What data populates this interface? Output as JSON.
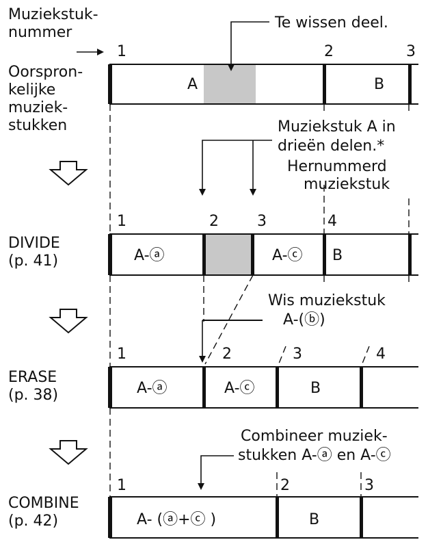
{
  "labels": {
    "track_number_line1": "Muziekstuk-",
    "track_number_line2": "nummer",
    "original_line1": "Oorspron-",
    "original_line2": "kelijke",
    "original_line3": "muziek-",
    "original_line4": "stukken",
    "divide_line1": "DIVIDE",
    "divide_line2": "(p. 41)",
    "erase_line1": "ERASE",
    "erase_line2": "(p. 38)",
    "combine_line1": "COMBINE",
    "combine_line2": "(p. 42)"
  },
  "annotations": {
    "erase_part": "Te wissen deel.",
    "divide_line1": "Muziekstuk A in",
    "divide_line2": "drieën delen.*",
    "divide_line3": "Hernummerd",
    "divide_line4": "muziekstuk",
    "erase_line1": "Wis muziekstuk",
    "erase_line2": "A-(ⓑ)",
    "combine_line1": "Combineer muziek-",
    "combine_line2": "stukken A-ⓐ en A-ⓒ"
  },
  "rows": {
    "original": {
      "numbers": [
        "1",
        "2",
        "3"
      ],
      "segments": [
        "A",
        "B"
      ]
    },
    "divide": {
      "numbers": [
        "1",
        "2",
        "3",
        "4"
      ],
      "segments": [
        "A-ⓐ",
        "A-ⓒ",
        "B"
      ]
    },
    "erase": {
      "numbers": [
        "1",
        "2",
        "3",
        "4"
      ],
      "segments": [
        "A-ⓐ",
        "A-ⓒ",
        "B"
      ]
    },
    "combine": {
      "numbers": [
        "1",
        "2",
        "3"
      ],
      "segments": [
        "A- (ⓐ+ⓒ )",
        "B"
      ]
    }
  },
  "colors": {
    "erase_fill": "#c8c8c8",
    "line": "#111111"
  }
}
